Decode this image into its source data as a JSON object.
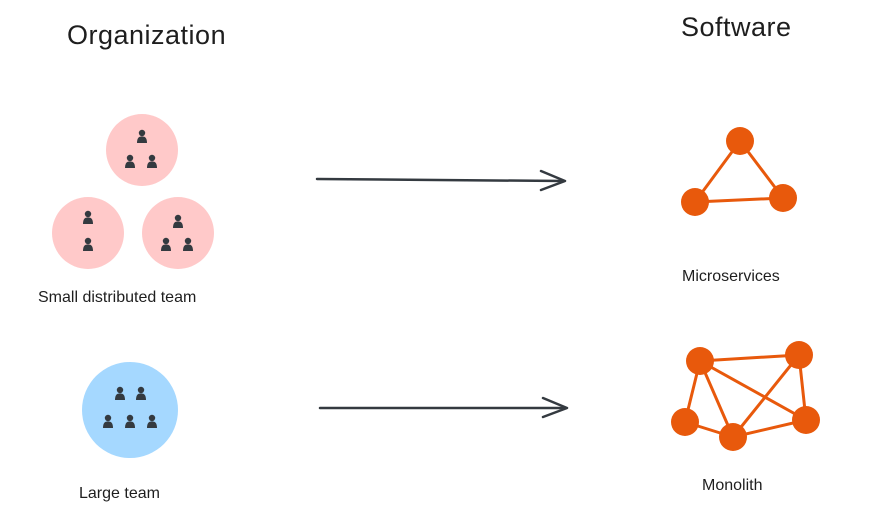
{
  "headings": {
    "organization": "Organization",
    "software": "Software"
  },
  "labels": {
    "small_team": "Small distributed team",
    "large_team": "Large team",
    "microservices": "Microservices",
    "monolith": "Monolith"
  },
  "colors": {
    "small_team_fill": "#ffc9c9",
    "large_team_fill": "#a5d8ff",
    "person": "#343a40",
    "node": "#e8590c",
    "arrow": "#343a40"
  },
  "groups": {
    "small_team_people_per_circle": [
      3,
      2,
      3
    ],
    "large_team_people": 5,
    "microservices_nodes": 3,
    "monolith_nodes": 5
  }
}
